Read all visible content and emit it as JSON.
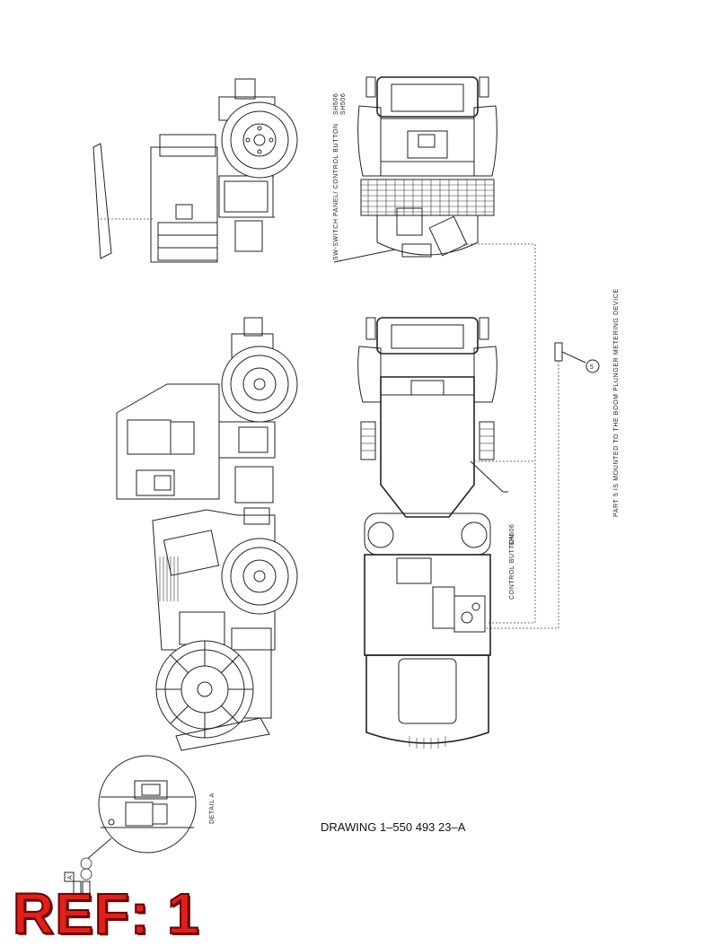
{
  "drawing": {
    "number": "DRAWING 1–550 493 23–A",
    "ref_label": "REF: 1"
  },
  "callouts": {
    "switch_panel": "SW-SWITCH PANEL/ CONTROL BUTTON",
    "sh506": "SH506",
    "sh506_right": "SH506",
    "control_button": "CONTROL BUTTON",
    "part_note": "PART 5 IS MOUNTED TO THE BOOM PLUNGER METERING DEVICE",
    "balloon_5": "5",
    "detail_a": "DETAIL A",
    "detail_marker": "A"
  }
}
